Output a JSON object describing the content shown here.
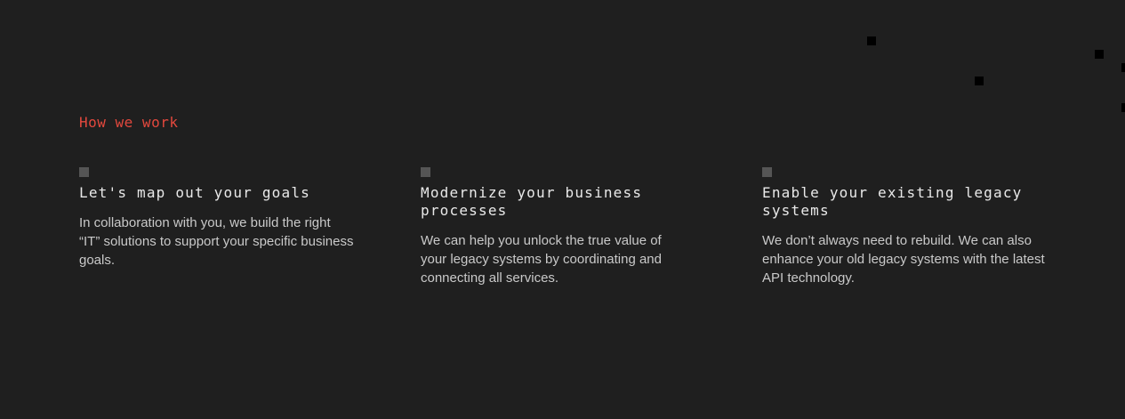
{
  "section": {
    "title": "How we work"
  },
  "cards": [
    {
      "title": "Let's map out your goals",
      "body": "In collaboration with you, we build the right “IT” solutions to support your specific business goals."
    },
    {
      "title": "Modernize your business processes",
      "body": "We can help you unlock the true value of your legacy systems by coordinating and connecting all services."
    },
    {
      "title": "Enable your existing legacy systems",
      "body": "We don’t always need to rebuild. We can also enhance your old legacy systems with the latest API technology."
    }
  ],
  "colors": {
    "background": "#1f1f1f",
    "accent": "#e2483d",
    "marker": "#555555",
    "heading": "#e9e9e9",
    "body_text": "#c9c9c9"
  }
}
